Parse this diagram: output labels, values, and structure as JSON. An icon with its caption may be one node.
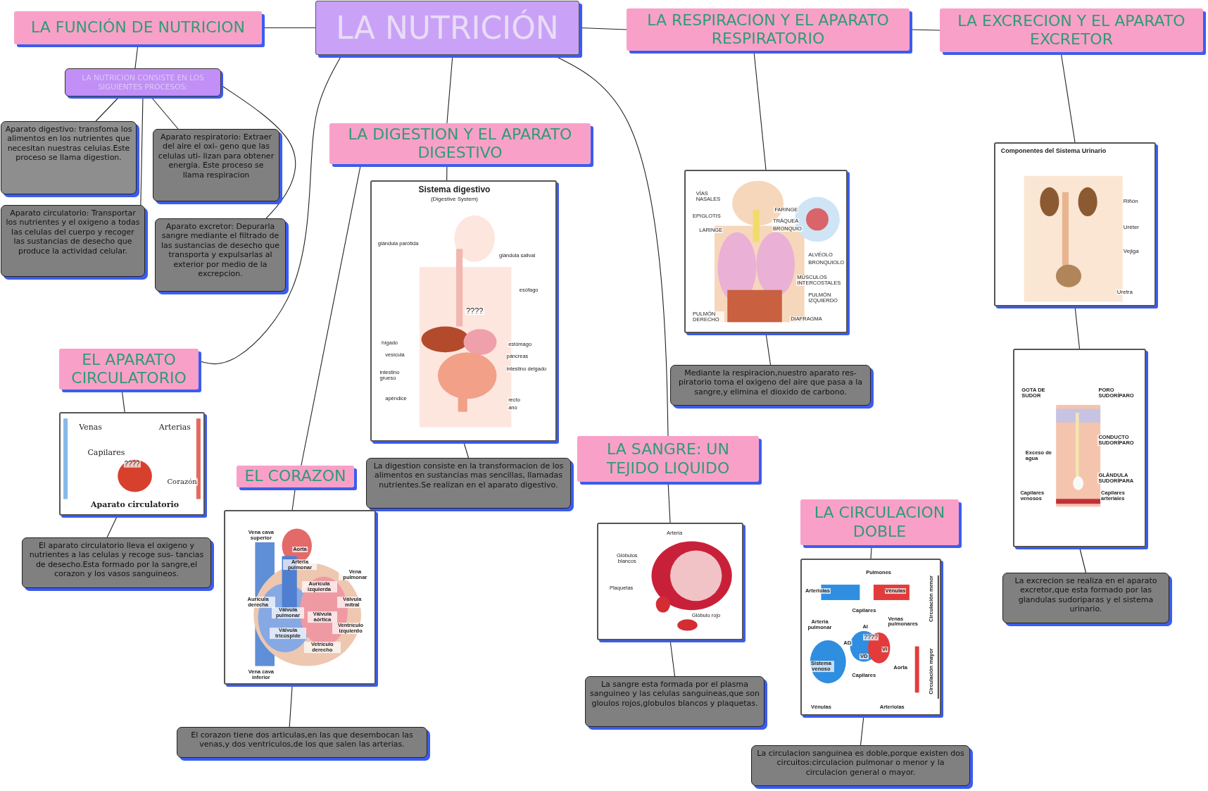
{
  "diagram": {
    "nodes": [
      {
        "text": [
          "LA NUTRICIÓN"
        ]
      },
      {
        "text": [
          "LA FUNCIÓN DE NUTRICION"
        ]
      },
      {
        "text": [
          "LA NUTRICION CONSISTE EN LOS SIGUIENTES PROCESOS:"
        ]
      },
      {
        "text": [
          "Aparato digestivo: transfoma los alimentos en los nutrientes que necesitan nuestras celulas.Este proceso se llama digestion."
        ]
      },
      {
        "text": [
          "Aparato respiratorio: Extraer del aire el oxi- geno que las celulas uti- lizan para obtener energia. Este proceso se llama respiracion"
        ]
      },
      {
        "text": [
          "Aparato circulatorio: Transportar los nutrientes y el oxigeno a todas las celulas del cuerpo y recoger las sustancias de desecho que produce la actividad celular."
        ]
      },
      {
        "text": [
          "Aparato excretor: Depurarla sangre mediante el filtrado de las sustancias de desecho que transporta y expulsarlas al exterior por medio de la excrepcion."
        ]
      },
      {
        "text": [
          "LA DIGESTION Y EL APARATO DIGESTIVO"
        ]
      },
      {
        "text": [
          "Sistema digestivo",
          "(Digestive System)",
          "glándula parótida",
          "glándula salival",
          "esófago",
          "????",
          "hígado",
          "estómago",
          "vesícula",
          "páncreas",
          "intestino delgado",
          "intestino grueso",
          "apéndice",
          "recto",
          "ano"
        ]
      },
      {
        "text": [
          "La digestion consiste en la transformacion de los alimentos en sustancias mas sencillas, llamadas nutrientes.Se realizan en el aparato digestivo."
        ]
      },
      {
        "text": [
          "LA RESPIRACION Y EL APARATO RESPIRATORIO"
        ]
      },
      {
        "text": [
          "VÍAS NASALES",
          "FARINGE",
          "EPIGLOTIS",
          "TRÁQUEA",
          "BRONQUIO",
          "LARINGE",
          "ALVÉOLO",
          "BRONQUIOLO",
          "MÚSCULOS INTERCOSTALES",
          "PULMÓN IZQUIERDO",
          "PULMÓN DERECHO",
          "DIAFRAGMA"
        ]
      },
      {
        "text": [
          "Mediante la respiracion,nuestro aparato res- piratorio toma el oxigeno del aire que pasa a la sangre,y elimina el dioxido de carbono."
        ]
      },
      {
        "text": [
          "LA EXCRECION Y EL APARATO EXCRETOR"
        ]
      },
      {
        "text": [
          "Componentes del Sistema Urinario",
          "Riñón",
          "Uréter",
          "Vejiga",
          "Uretra"
        ]
      },
      {
        "text": [
          "GOTA DE SUDOR",
          "PORO SUDORÍPARO",
          "CONDUCTO SUDORÍPARO",
          "Exceso de agua",
          "GLÁNDULA SUDORÍPARA",
          "Capilares venosos",
          "Capilares arteriales"
        ]
      },
      {
        "text": [
          "La excrecion se realiza en el aparato excretor,que esta formado por las glandulas sudoriparas y el sistema urinario."
        ]
      },
      {
        "text": [
          "EL APARATO CIRCULATORIO"
        ]
      },
      {
        "text": [
          "Venas",
          "Arterias",
          "Capilares",
          "????",
          "Corazón",
          "Aparato circulatorio"
        ]
      },
      {
        "text": [
          "El aparato circulatorio lleva el oxigeno y nutrientes a las celulas y recoge sus- tancias de desecho.Esta formado por la sangre,el corazon y los vasos sanguineos."
        ]
      },
      {
        "text": [
          "EL CORAZON"
        ]
      },
      {
        "text": [
          "Vena cava superior",
          "Aorta",
          "Arteria pulmonar",
          "Vena pulmonar",
          "Aurícula izquierda",
          "Aurícula derecha",
          "Válvula mitral",
          "Válvula pulmonar",
          "Válvula aórtica",
          "Ventrículo izquierdo",
          "Válvula tricúspide",
          "Vetrículo derecho",
          "Vena cava inferior"
        ]
      },
      {
        "text": [
          "El corazon tiene dos articulas,en las que desembocan las venas,y dos ventriculos,de los que salen las arterias."
        ]
      },
      {
        "text": [
          "LA SANGRE: UN TEJIDO LIQUIDO"
        ]
      },
      {
        "text": [
          "Arteria",
          "Glóbulos blancos",
          "Plaquetas",
          "Glóbulo rojo"
        ]
      },
      {
        "text": [
          "La sangre esta formada por el plasma sanguineo y las celulas sanguineas,que son gloulos rojos,globulos blancos y plaquetas."
        ]
      },
      {
        "text": [
          "LA CIRCULACION DOBLE"
        ]
      },
      {
        "text": [
          "Pulmones",
          "Arteriolas",
          "Vénulas",
          "Circulación menor",
          "Capilares",
          "Arteria pulmonar",
          "Venas pulmonares",
          "AI",
          "????",
          "AD",
          "VI",
          "VD",
          "Sistema venoso",
          "Capilares",
          "Aorta",
          "Circulación mayor",
          "Vénulas",
          "Arteriolas"
        ]
      },
      {
        "text": [
          "La circulacion sanguinea es doble,porque existen dos circuitos:circulacion pulmonar o menor y la circulacion general o mayor."
        ]
      }
    ],
    "edges": [
      {
        "from": 0,
        "to": 1,
        "arrow": "none"
      },
      {
        "from": 0,
        "to": 7,
        "arrow": "none"
      },
      {
        "from": 0,
        "to": 17,
        "arrow": "none"
      },
      {
        "from": 0,
        "to": 23,
        "arrow": "none"
      },
      {
        "from": 0,
        "to": 10,
        "arrow": "none"
      },
      {
        "from": 10,
        "to": 13,
        "arrow": "none"
      },
      {
        "from": 1,
        "to": 2,
        "arrow": "none"
      },
      {
        "from": 2,
        "to": 3,
        "arrow": "none"
      },
      {
        "from": 2,
        "to": 4,
        "arrow": "none"
      },
      {
        "from": 2,
        "to": 5,
        "arrow": "none"
      },
      {
        "from": 2,
        "to": 6,
        "arrow": "none"
      },
      {
        "from": 7,
        "to": 8,
        "arrow": "none"
      },
      {
        "from": 8,
        "to": 9,
        "arrow": "none"
      },
      {
        "from": 7,
        "to": 20,
        "arrow": "none"
      },
      {
        "from": 10,
        "to": 11,
        "arrow": "none"
      },
      {
        "from": 11,
        "to": 12,
        "arrow": "none"
      },
      {
        "from": 13,
        "to": 14,
        "arrow": "none"
      },
      {
        "from": 14,
        "to": 15,
        "arrow": "none"
      },
      {
        "from": 15,
        "to": 16,
        "arrow": "none"
      },
      {
        "from": 17,
        "to": 18,
        "arrow": "none"
      },
      {
        "from": 18,
        "to": 19,
        "arrow": "none"
      },
      {
        "from": 20,
        "to": 21,
        "arrow": "none"
      },
      {
        "from": 21,
        "to": 22,
        "arrow": "none"
      },
      {
        "from": 23,
        "to": 24,
        "arrow": "none"
      },
      {
        "from": 24,
        "to": 25,
        "arrow": "none"
      },
      {
        "from": 26,
        "to": 27,
        "arrow": "none"
      },
      {
        "from": 27,
        "to": 28,
        "arrow": "none"
      }
    ]
  }
}
